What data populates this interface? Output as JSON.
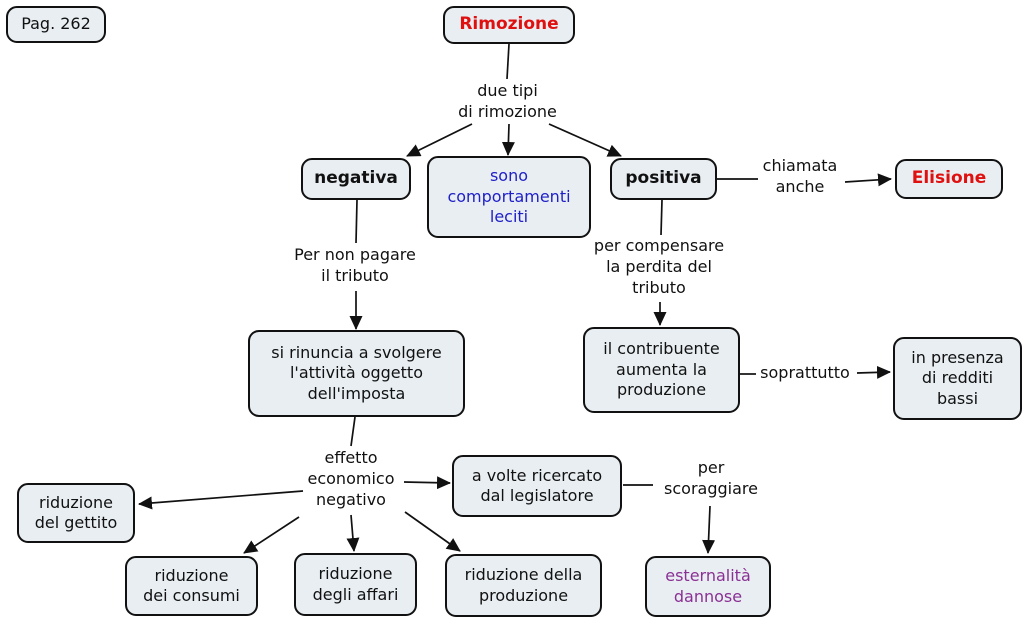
{
  "page_badge": "Pag. 262",
  "nodes": {
    "rimozione": "Rimozione",
    "negativa": "negativa",
    "sono_comportamenti": "sono\ncomportamenti\nleciti",
    "positiva": "positiva",
    "elisione": "Elisione",
    "si_rinuncia": "si rinuncia a svolgere\nl'attività oggetto\ndell'imposta",
    "il_contribuente": "il contribuente\naumenta la\nproduzione",
    "in_presenza": "in presenza\ndi redditi\nbassi",
    "a_volte": "a volte ricercato\ndal legislatore",
    "riduzione_gettito": "riduzione\ndel gettito",
    "riduzione_consumi": "riduzione\ndei consumi",
    "riduzione_affari": "riduzione\ndegli affari",
    "riduzione_produzione": "riduzione della\nproduzione",
    "esternalita": "esternalità\ndannose"
  },
  "edge_labels": {
    "due_tipi": "due tipi\ndi rimozione",
    "chiamata_anche": "chiamata\nanche",
    "per_non_pagare": "Per non pagare\nil tributo",
    "per_compensare": "per compensare\nla perdita del\ntributo",
    "soprattutto": "soprattutto",
    "effetto": "effetto\neconomico\nnegativo",
    "per_scoraggiare": "per\nscoraggiare"
  },
  "colors": {
    "background": "#ffffff",
    "node_fill": "#e8eef2",
    "node_border": "#111111",
    "line": "#111111",
    "text": "#111111",
    "red_text": "#e01010",
    "blue_text": "#2020c8",
    "purple_text": "#8b3094"
  }
}
